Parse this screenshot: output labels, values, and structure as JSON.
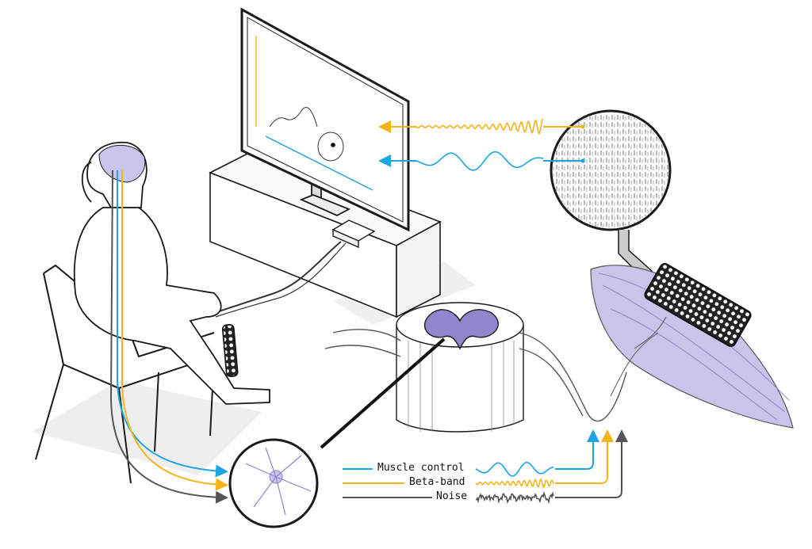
{
  "colors": {
    "muscle_control": "#1ea4e0",
    "beta_band": "#f4b41a",
    "noise": "#555555",
    "tissue": "#8f86cc",
    "ink": "#1a1a1a"
  },
  "signals": {
    "muscle_control": "Muscle control",
    "beta_band": "Beta-band",
    "noise": "Noise"
  }
}
